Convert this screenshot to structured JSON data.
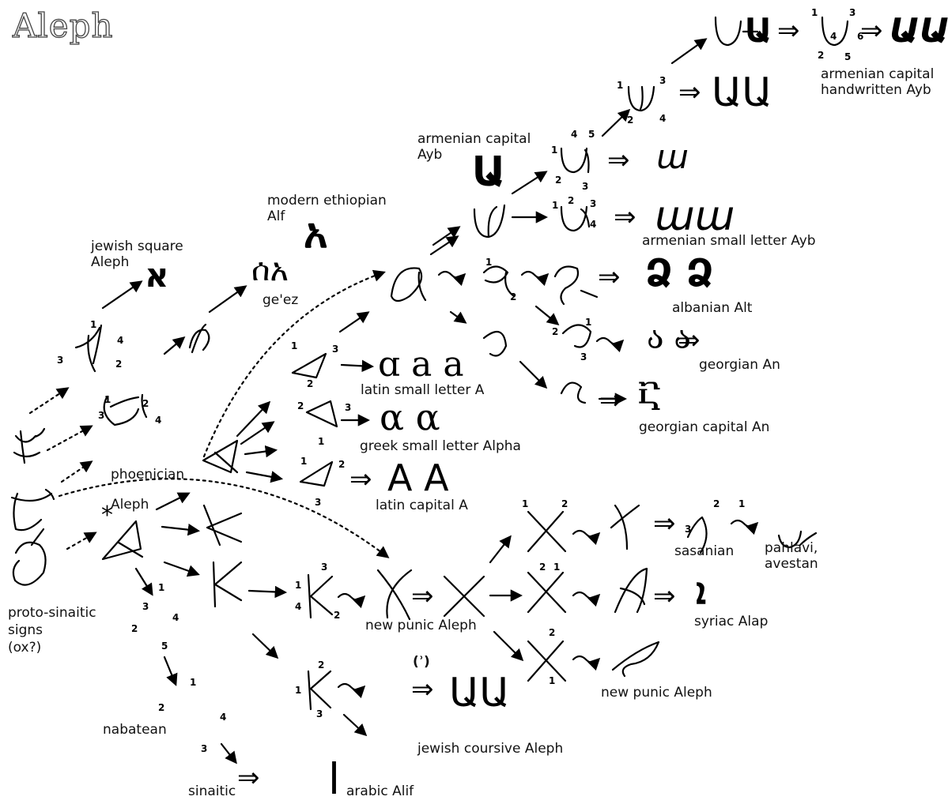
{
  "title": "Aleph",
  "labels": {
    "armenian_capital_handwritten_ayb": "armenian capital\nhandwritten Ayb",
    "armenian_capital_ayb": "armenian capital\nAyb",
    "modern_ethiopian_alf": "modern ethiopian\nAlf",
    "jewish_square_aleph": "jewish square\nAleph",
    "geez": "ge'ez",
    "armenian_small_letter_ayb": "armenian small letter Ayb",
    "albanian_alt": "albanian Alt",
    "georgian_an": "georgian An",
    "latin_small_letter_a": "latin small letter A",
    "georgian_capital_an": "georgian capital An",
    "greek_small_letter_alpha": "greek small letter Alpha",
    "phoenician_aleph": "phoenician\nAleph",
    "latin_capital_a": "latin capital A",
    "sasanian": "sasanian",
    "pahlavi_avestan": "pahlavi,\navestan",
    "proto_sinaitic_signs": "proto-sinaitic\nsigns\n(ox?)",
    "new_punic_aleph_1": "new punic Aleph",
    "syriac_alap": "syriac Alap",
    "new_punic_aleph_2": "new punic Aleph",
    "nabatean": "nabatean",
    "jewish_coursive_aleph": "jewish coursive Aleph",
    "sinaitic": "sinaitic",
    "arabic_alif": "arabic Alif",
    "paren_note": "(ʾ)"
  },
  "glyphs": {
    "hebrew_aleph": "א",
    "ethiopic_alf": "አ",
    "geez_forms": "ሰአ",
    "armenian_ayb_cap": "Ա",
    "armenian_ayb_pair": "ԱԱ",
    "armenian_ayb_small": "ա",
    "armenian_ayb_small_pair": "աա",
    "latin_a_forms": "ɑ a a",
    "greek_alpha_forms": "α α",
    "latin_cap_a_forms": "A A",
    "albanian_forms": "Ձ Ձ",
    "georgian_an_forms": "ა ა",
    "georgian_cap_an": "Ⴀ",
    "syriac_alap": "ܐ",
    "pahlavi": "ມ",
    "arabic_alif": "ا",
    "asterisk": "*"
  },
  "stroke_numbers": [
    "1",
    "2",
    "3",
    "4",
    "5",
    "6"
  ]
}
